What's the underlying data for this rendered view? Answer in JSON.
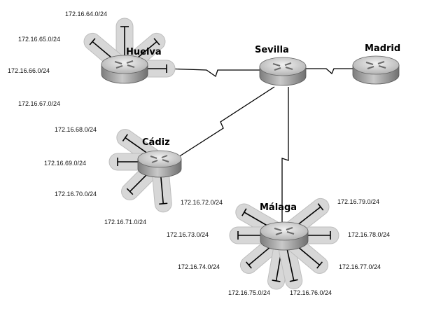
{
  "routers": {
    "huelva": {
      "name": "Huelva"
    },
    "sevilla": {
      "name": "Sevilla"
    },
    "madrid": {
      "name": "Madrid"
    },
    "cadiz": {
      "name": "Cádiz"
    },
    "malaga": {
      "name": "Málaga"
    }
  },
  "networks": {
    "huelva": [
      "172.16.64.0/24",
      "172.16.65.0/24",
      "172.16.66.0/24",
      "172.16.67.0/24"
    ],
    "cadiz": [
      "172.16.68.0/24",
      "172.16.69.0/24",
      "172.16.70.0/24",
      "172.16.71.0/24"
    ],
    "malaga": [
      "172.16.72.0/24",
      "172.16.73.0/24",
      "172.16.74.0/24",
      "172.16.75.0/24",
      "172.16.76.0/24",
      "172.16.77.0/24",
      "172.16.78.0/24",
      "172.16.79.0/24"
    ]
  },
  "colors": {
    "router_body": "#9a9a9a",
    "router_top": "#cfcfcf",
    "lan_fill": "#d7d7d7",
    "line": "#000000"
  },
  "icons": {
    "router": "router-icon",
    "lan": "ethernet-segment-icon",
    "wan": "serial-link-icon"
  }
}
